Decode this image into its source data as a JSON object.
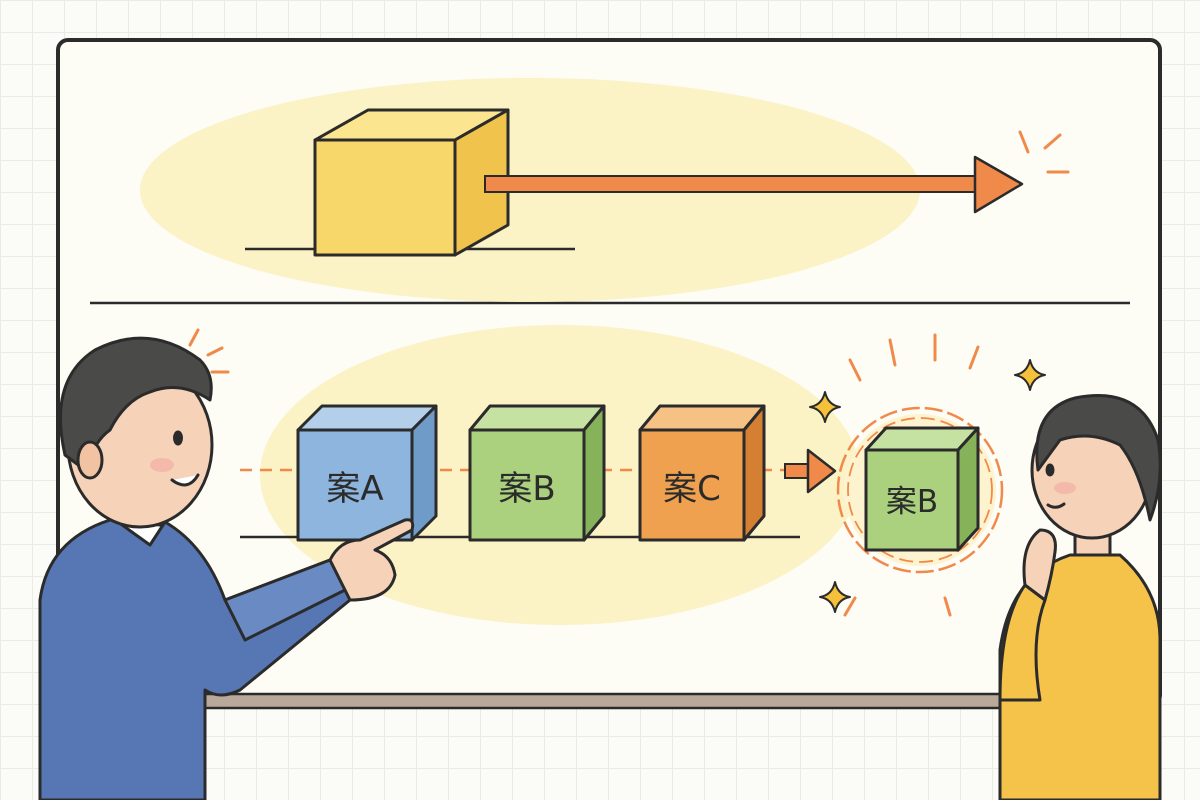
{
  "illustration": {
    "option_cubes": [
      {
        "label": "案A",
        "color": "#8db5dd"
      },
      {
        "label": "案B",
        "color": "#abd17e"
      },
      {
        "label": "案C",
        "color": "#f0a14f"
      }
    ],
    "chosen_cube": {
      "label": "案B",
      "color": "#abd17e"
    },
    "colors": {
      "big_cube": "#f8d76a",
      "arrow": "#f08a4b",
      "highlight": "#fbf1c0",
      "outline": "#2b2b2b"
    }
  }
}
